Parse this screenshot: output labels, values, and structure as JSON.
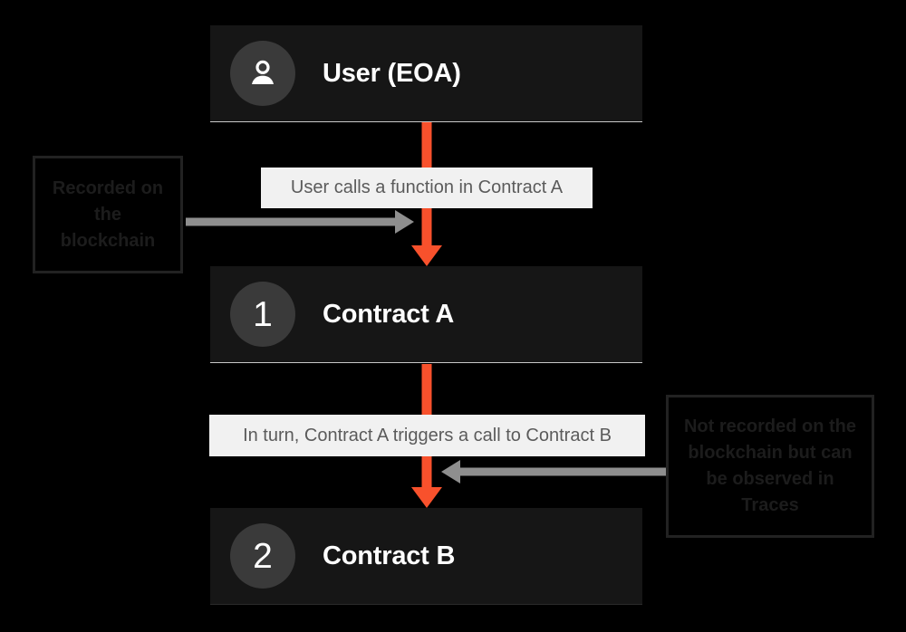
{
  "colors": {
    "background": "#000000",
    "node_fill": "#161616",
    "node_text": "#ffffff",
    "badge_fill": "#3a3a3a",
    "accent_arrow": "#f8512c",
    "connector_arrow": "#8e8e8e",
    "edge_label_bg": "#f1f1f1",
    "edge_label_text": "#5b5b5b",
    "callout_border": "#222222",
    "callout_text": "#1c1c1c"
  },
  "diagram": {
    "nodes": [
      {
        "id": "user",
        "badge_type": "person-icon",
        "badge_text": "",
        "label": "User (EOA)"
      },
      {
        "id": "contract-a",
        "badge_type": "number",
        "badge_text": "1",
        "label": "Contract A"
      },
      {
        "id": "contract-b",
        "badge_type": "number",
        "badge_text": "2",
        "label": "Contract B"
      }
    ],
    "edges": [
      {
        "id": "user-to-contract-a",
        "label": "User calls a function in Contract A",
        "from": "user",
        "to": "contract-a",
        "direction": "down"
      },
      {
        "id": "contract-a-to-contract-b",
        "label": "In turn, Contract A triggers a call to Contract B",
        "from": "contract-a",
        "to": "contract-b",
        "direction": "down"
      }
    ],
    "callouts": [
      {
        "id": "recorded",
        "text": "Recorded on the blockchain",
        "points_to": "user-to-contract-a",
        "arrow_direction": "right"
      },
      {
        "id": "not-recorded",
        "text": "Not recorded on the blockchain but can be observed in Traces",
        "points_to": "contract-a-to-contract-b",
        "arrow_direction": "left"
      }
    ]
  }
}
